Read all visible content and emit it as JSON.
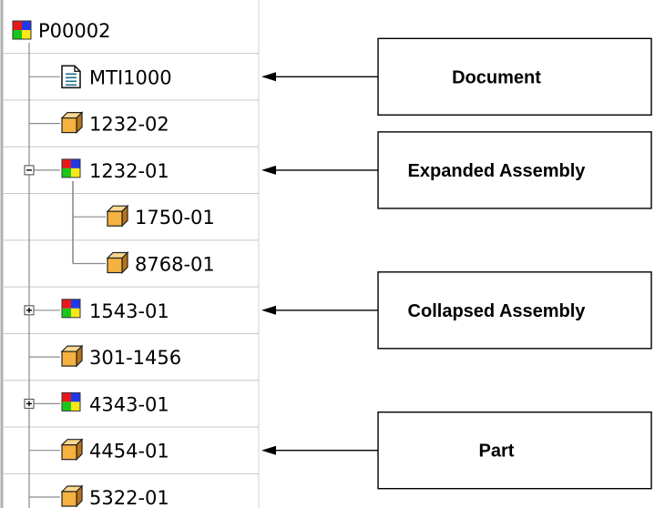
{
  "tree": {
    "root": {
      "label": "P00002",
      "icon": "assembly-icon"
    },
    "items": [
      {
        "label": "MTI1000",
        "icon": "document-icon",
        "level": 1,
        "toggle": "none",
        "row": 1
      },
      {
        "label": "1232-02",
        "icon": "part-icon",
        "level": 1,
        "toggle": "none",
        "row": 2
      },
      {
        "label": "1232-01",
        "icon": "assembly-icon",
        "level": 1,
        "toggle": "minus",
        "row": 3
      },
      {
        "label": "1750-01",
        "icon": "part-icon",
        "level": 2,
        "toggle": "none",
        "row": 4
      },
      {
        "label": "8768-01",
        "icon": "part-icon",
        "level": 2,
        "toggle": "none",
        "row": 5
      },
      {
        "label": "1543-01",
        "icon": "assembly-icon",
        "level": 1,
        "toggle": "plus",
        "row": 6
      },
      {
        "label": "301-1456",
        "icon": "part-icon",
        "level": 1,
        "toggle": "none",
        "row": 7
      },
      {
        "label": "4343-01",
        "icon": "assembly-icon",
        "level": 1,
        "toggle": "plus",
        "row": 8
      },
      {
        "label": "4454-01",
        "icon": "part-icon",
        "level": 1,
        "toggle": "none",
        "row": 9
      },
      {
        "label": "5322-01",
        "icon": "part-icon",
        "level": 1,
        "toggle": "none",
        "row": 10
      }
    ]
  },
  "callouts": [
    {
      "label": "Document",
      "row": 1
    },
    {
      "label": "Expanded Assembly",
      "row": 3
    },
    {
      "label": "Collapsed Assembly",
      "row": 6
    },
    {
      "label": "Part",
      "row": 9
    }
  ],
  "colors": {
    "tree_line": "#8a8a8a",
    "separator": "#c8c8c8",
    "part_face": "#f5b240",
    "part_side": "#b87418",
    "part_top": "#fcd890",
    "doc_outline": "#1f6f8b",
    "assembly_red": "#e81818",
    "assembly_blue": "#2038e8",
    "assembly_green": "#18c818",
    "assembly_yellow": "#f8e818"
  }
}
